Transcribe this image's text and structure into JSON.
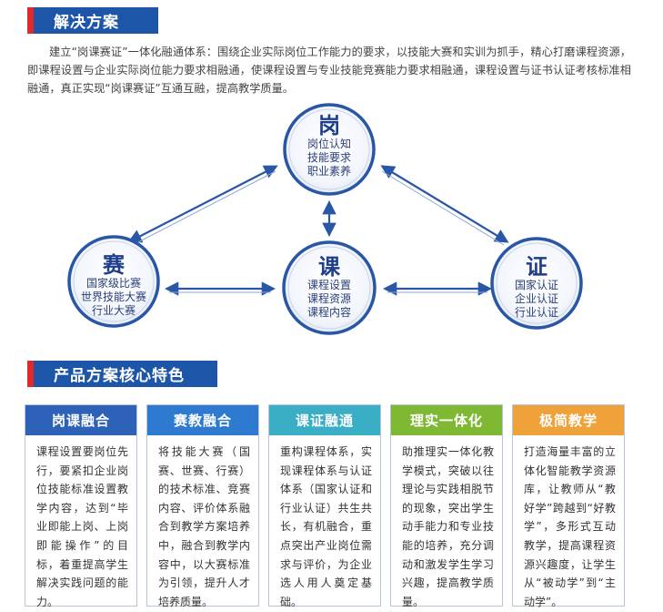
{
  "section1": {
    "title": "解决方案"
  },
  "intro": "建立“岗课赛证”一体化融通体系：围绕企业实际岗位工作能力的要求，以技能大赛和实训为抓手，精心打磨课程资源，即课程设置与企业实际岗位能力要求相融通，使课程设置与专业技能竞赛能力要求相融通，课程设置与证书认证考核标准相融通，真正实现“岗课赛证”互通互融，提高教学质量。",
  "diagram": {
    "gang": {
      "title": "岗",
      "lines": [
        "岗位认知",
        "技能要求",
        "职业素养"
      ]
    },
    "sai": {
      "title": "赛",
      "lines": [
        "国家级比赛",
        "世界技能大赛",
        "行业大赛"
      ]
    },
    "ke": {
      "title": "课",
      "lines": [
        "课程设置",
        "课程资源",
        "课程内容"
      ]
    },
    "zheng": {
      "title": "证",
      "lines": [
        "国家认证",
        "企业认证",
        "行业认证"
      ]
    }
  },
  "section2": {
    "title": "产品方案核心特色"
  },
  "cards": [
    {
      "title": "岗课融合",
      "color": "#2d62b8",
      "body": "课程设置要岗位先行，要紧扣企业岗位技能标准设置教学内容，达到“毕业即能上岗、上岗即能操作”的目标，着重提高学生解决实践问题的能力。"
    },
    {
      "title": "赛教融合",
      "color": "#2f7ad1",
      "body": "将技能大赛（国赛、世赛、行赛）的技术标准、竞赛内容、评价体系融合到教学方案培养中，融合到教学内容中，以大赛标准为引领，提升人才培养质量。"
    },
    {
      "title": "课证融通",
      "color": "#3aaec4",
      "body": "重构课程体系，实现课程体系与认证体系（国家认证和行业认证）共生共长，有机融合，重点突出产业岗位需求与评价，为企业选人用人奠定基础。"
    },
    {
      "title": "理实一体化",
      "color": "#7fb934",
      "body": "助推理实一体化教学模式，突破以往理论与实践相脱节的现象，突出学生动手能力和专业技能的培养，充分调动和激发学生学习兴趣，提高教学质量。"
    },
    {
      "title": "极简教学",
      "color": "#f0a23a",
      "body": "打造海量丰富的立体化智能教学资源库，让教师从“教好学”跨越到“好教学”，多形式互动教学，提高课程资源兴趣度，让学生从“被动学”到“主动学”。"
    }
  ]
}
